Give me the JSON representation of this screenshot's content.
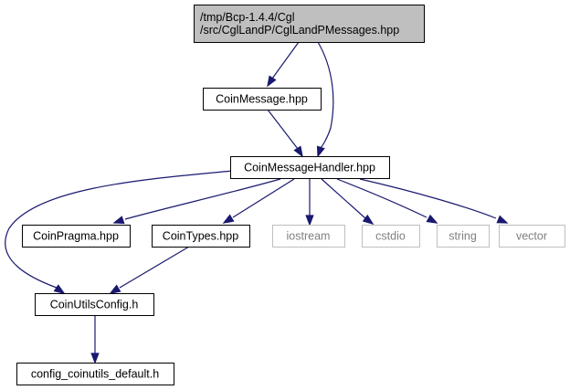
{
  "colors": {
    "edge": "#191970",
    "node_border": "#000000",
    "external_border": "#bfbfbf",
    "external_text": "#7f7f7f",
    "root_fill": "#bfbfbf",
    "node_fill": "#ffffff",
    "text": "#000000"
  },
  "nodes": {
    "root": {
      "lines": [
        "/tmp/Bcp-1.4.4/Cgl",
        "/src/CglLandP/CglLandPMessages.hpp"
      ],
      "style": "root"
    },
    "coin_message": {
      "lines": [
        "CoinMessage.hpp"
      ],
      "style": "normal"
    },
    "coin_message_handler": {
      "lines": [
        "CoinMessageHandler.hpp"
      ],
      "style": "normal"
    },
    "coin_pragma": {
      "lines": [
        "CoinPragma.hpp"
      ],
      "style": "normal"
    },
    "coin_types": {
      "lines": [
        "CoinTypes.hpp"
      ],
      "style": "normal"
    },
    "iostream": {
      "lines": [
        "iostream"
      ],
      "style": "external"
    },
    "cstdio": {
      "lines": [
        "cstdio"
      ],
      "style": "external"
    },
    "string": {
      "lines": [
        "string"
      ],
      "style": "external"
    },
    "vector": {
      "lines": [
        "vector"
      ],
      "style": "external"
    },
    "coin_utils_config": {
      "lines": [
        "CoinUtilsConfig.h"
      ],
      "style": "normal"
    },
    "config_default": {
      "lines": [
        "config_coinutils_default.h"
      ],
      "style": "normal"
    }
  },
  "edges": [
    {
      "from": "root",
      "to": "coin_message"
    },
    {
      "from": "root",
      "to": "coin_message_handler"
    },
    {
      "from": "coin_message",
      "to": "coin_message_handler"
    },
    {
      "from": "coin_message_handler",
      "to": "coin_pragma"
    },
    {
      "from": "coin_message_handler",
      "to": "coin_types"
    },
    {
      "from": "coin_message_handler",
      "to": "iostream"
    },
    {
      "from": "coin_message_handler",
      "to": "cstdio"
    },
    {
      "from": "coin_message_handler",
      "to": "string"
    },
    {
      "from": "coin_message_handler",
      "to": "vector"
    },
    {
      "from": "coin_message_handler",
      "to": "coin_utils_config"
    },
    {
      "from": "coin_types",
      "to": "coin_utils_config"
    },
    {
      "from": "coin_utils_config",
      "to": "config_default"
    }
  ]
}
